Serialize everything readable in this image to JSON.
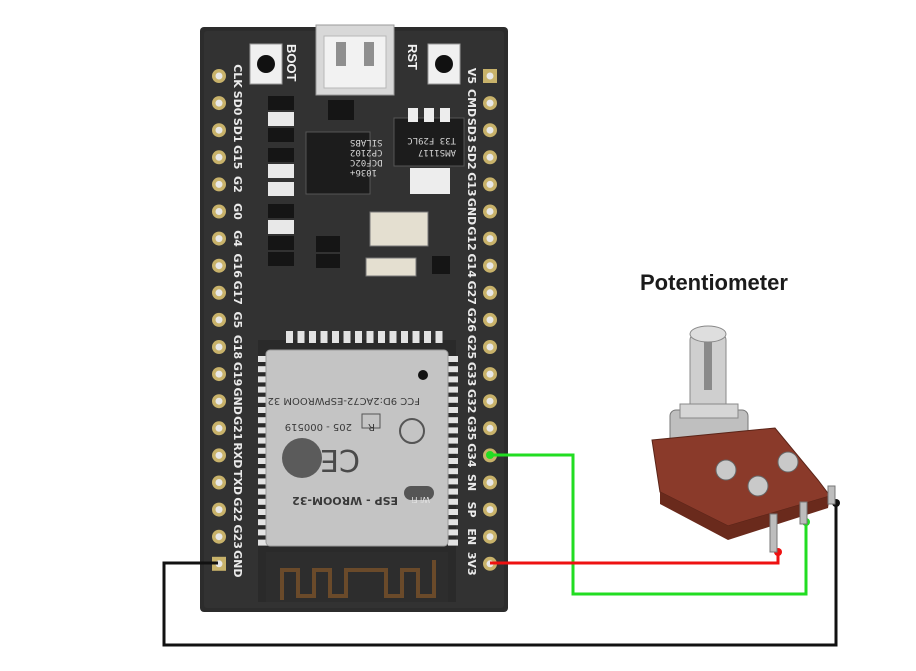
{
  "potentiometer": {
    "title": "Potentiometer"
  },
  "board": {
    "boot_label": "BOOT",
    "rst_label": "RST",
    "left_pins": [
      "CLK",
      "SD0",
      "SD1",
      "G15",
      "G2",
      "G0",
      "G4",
      "G16",
      "G17",
      "G5",
      "G18",
      "G19",
      "GND",
      "G21",
      "RXD",
      "TXD",
      "G22",
      "G23",
      "GND"
    ],
    "right_pins": [
      "V5",
      "CMD",
      "SD3",
      "SD2",
      "G13",
      "GND",
      "G12",
      "G14",
      "G27",
      "G26",
      "G25",
      "G33",
      "G32",
      "G35",
      "G34",
      "SN",
      "SP",
      "EN",
      "3V3"
    ],
    "usb_chip": [
      "SILABS",
      "CP2102",
      "DCF02C",
      "1036+"
    ],
    "regulator_chip": [
      "AMS1117",
      "T33 F29LC"
    ],
    "module": {
      "line1": "FCC 9D:2AC72-ESPWROOM 32",
      "line2": "205 - 000519",
      "r_mark": "R",
      "ce_mark": "CE",
      "wifi_mark": "Wi Fi",
      "name": "ESP - WROOM-32"
    }
  },
  "wires": {
    "green": "#22dd22",
    "red": "#ee1111",
    "black": "#111111"
  },
  "colors": {
    "board": "#2d2d2d",
    "module": "#bdbdbd",
    "pin_gold": "#c8b26a"
  }
}
